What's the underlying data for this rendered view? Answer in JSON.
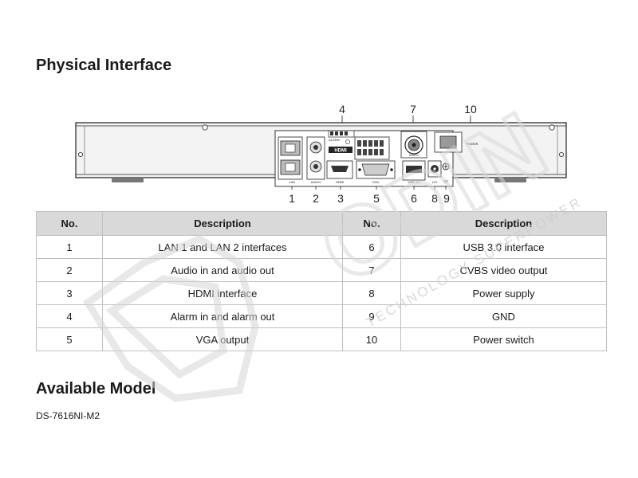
{
  "sections": {
    "physical_interface": "Physical Interface",
    "available_model": "Available Model"
  },
  "model": "DS-7616NI-M2",
  "diagram": {
    "callouts_top": [
      "4",
      "7",
      "10"
    ],
    "callouts_bottom": [
      "1",
      "2",
      "3",
      "5",
      "6",
      "8",
      "9"
    ],
    "panel_labels": {
      "lan": "LAN",
      "audio": "AUDIO",
      "hdmi_port": "HDMI",
      "vga": "VGA",
      "usb": "USB 3.0",
      "video": "VIDEO",
      "alarm": "ALARM",
      "hdmi_logo": "HDMI",
      "power": "POWER",
      "dc": "12V"
    }
  },
  "table": {
    "headers": [
      "No.",
      "Description",
      "No.",
      "Description"
    ],
    "rows": [
      [
        "1",
        "LAN 1 and LAN 2 interfaces",
        "6",
        "USB 3.0 interface"
      ],
      [
        "2",
        "Audio in and audio out",
        "7",
        "CVBS video output"
      ],
      [
        "3",
        "HDMI interface",
        "8",
        "Power supply"
      ],
      [
        "4",
        "Alarm in and alarm out",
        "9",
        "GND"
      ],
      [
        "5",
        "VGA output",
        "10",
        "Power switch"
      ]
    ]
  },
  "watermark": {
    "brand": "ODIN",
    "tagline": "TECHNOLOGY SUPERPOWER"
  }
}
